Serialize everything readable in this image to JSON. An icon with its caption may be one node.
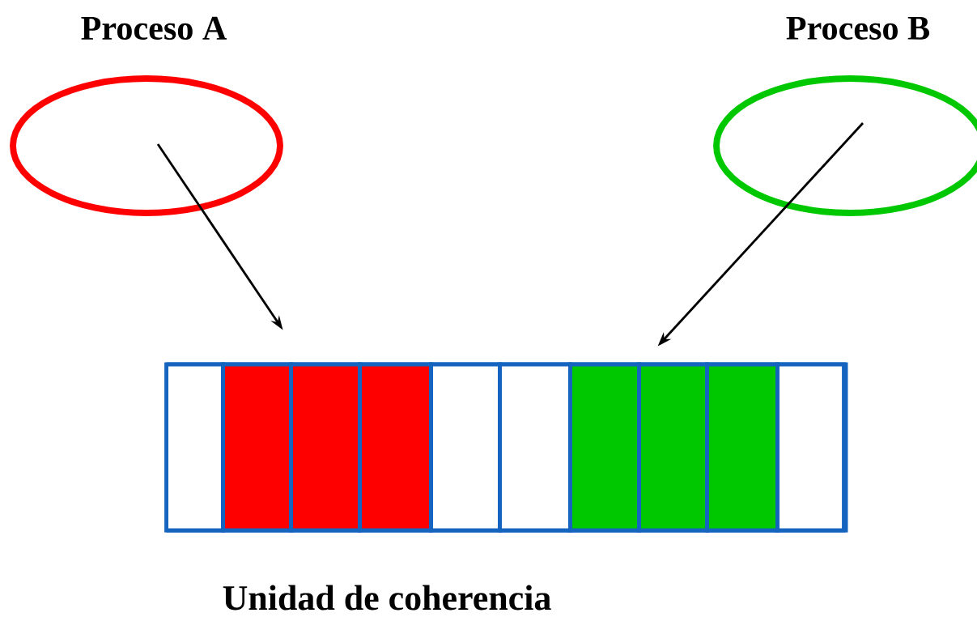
{
  "diagram": {
    "nodes": [
      {
        "text": [
          "Proceso A"
        ]
      },
      {
        "text": [
          "Proceso B"
        ]
      },
      {
        "text": [],
        "shape": "bar",
        "beside": [
          "Unidad de coherencia"
        ]
      },
      {
        "text": [],
        "shape": "box",
        "in": 2
      },
      {
        "text": [],
        "shape": "box",
        "in": 2
      },
      {
        "text": [],
        "shape": "box",
        "in": 2
      },
      {
        "text": [],
        "shape": "box",
        "in": 2
      },
      {
        "text": [],
        "shape": "box",
        "in": 2
      },
      {
        "text": [],
        "shape": "box",
        "in": 2
      },
      {
        "text": [],
        "shape": "box",
        "in": 2
      },
      {
        "text": [],
        "shape": "box",
        "in": 2
      },
      {
        "text": [],
        "shape": "box",
        "in": 2
      },
      {
        "text": [],
        "shape": "box",
        "in": 2
      }
    ],
    "edges": [
      {
        "from": 0,
        "to": 2,
        "arrow": "to"
      },
      {
        "from": 1,
        "to": 2,
        "arrow": "to"
      }
    ]
  }
}
